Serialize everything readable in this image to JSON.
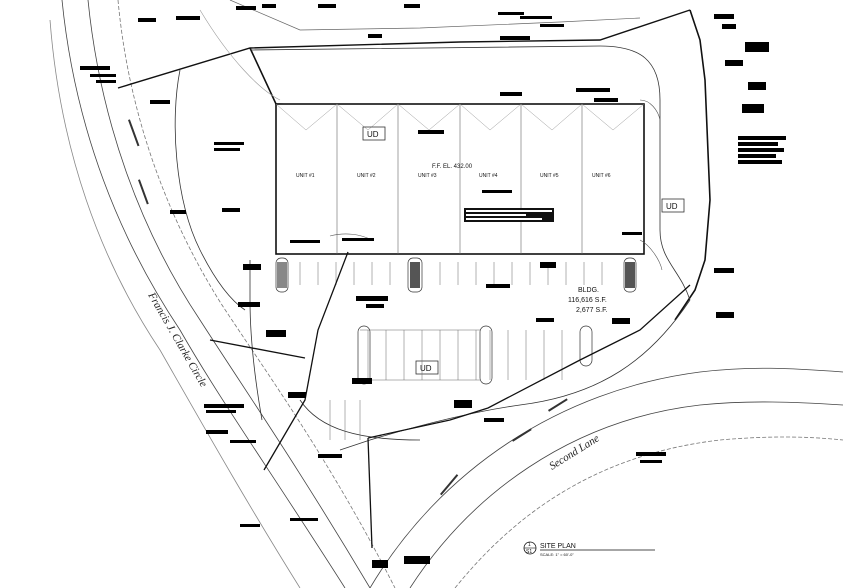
{
  "streets": {
    "left": "Francis J. Clarke Circle",
    "right": "Second Lane"
  },
  "building": {
    "units": [
      "UNIT #1",
      "UNIT #2",
      "UNIT #3",
      "UNIT #4",
      "UNIT #5",
      "UNIT #6"
    ],
    "floor_elevation": "F.F. EL. 432.00",
    "area_lines": [
      "BLDG.",
      "116,616 S.F.",
      "2,677 S.F."
    ],
    "ud_markers": [
      "UD",
      "UD",
      "UD"
    ]
  },
  "sheet": {
    "number": "1",
    "sheet_ref": "S1",
    "title": "SITE PLAN",
    "scale": "SCALE: 1\" = 60'-0\""
  }
}
